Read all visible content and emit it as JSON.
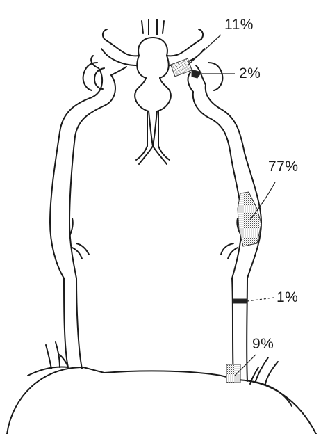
{
  "labels": {
    "top_upper": "11%",
    "top_lower": "2%",
    "mid_large": "77%",
    "mid_small": "1%",
    "bottom": "9%"
  }
}
